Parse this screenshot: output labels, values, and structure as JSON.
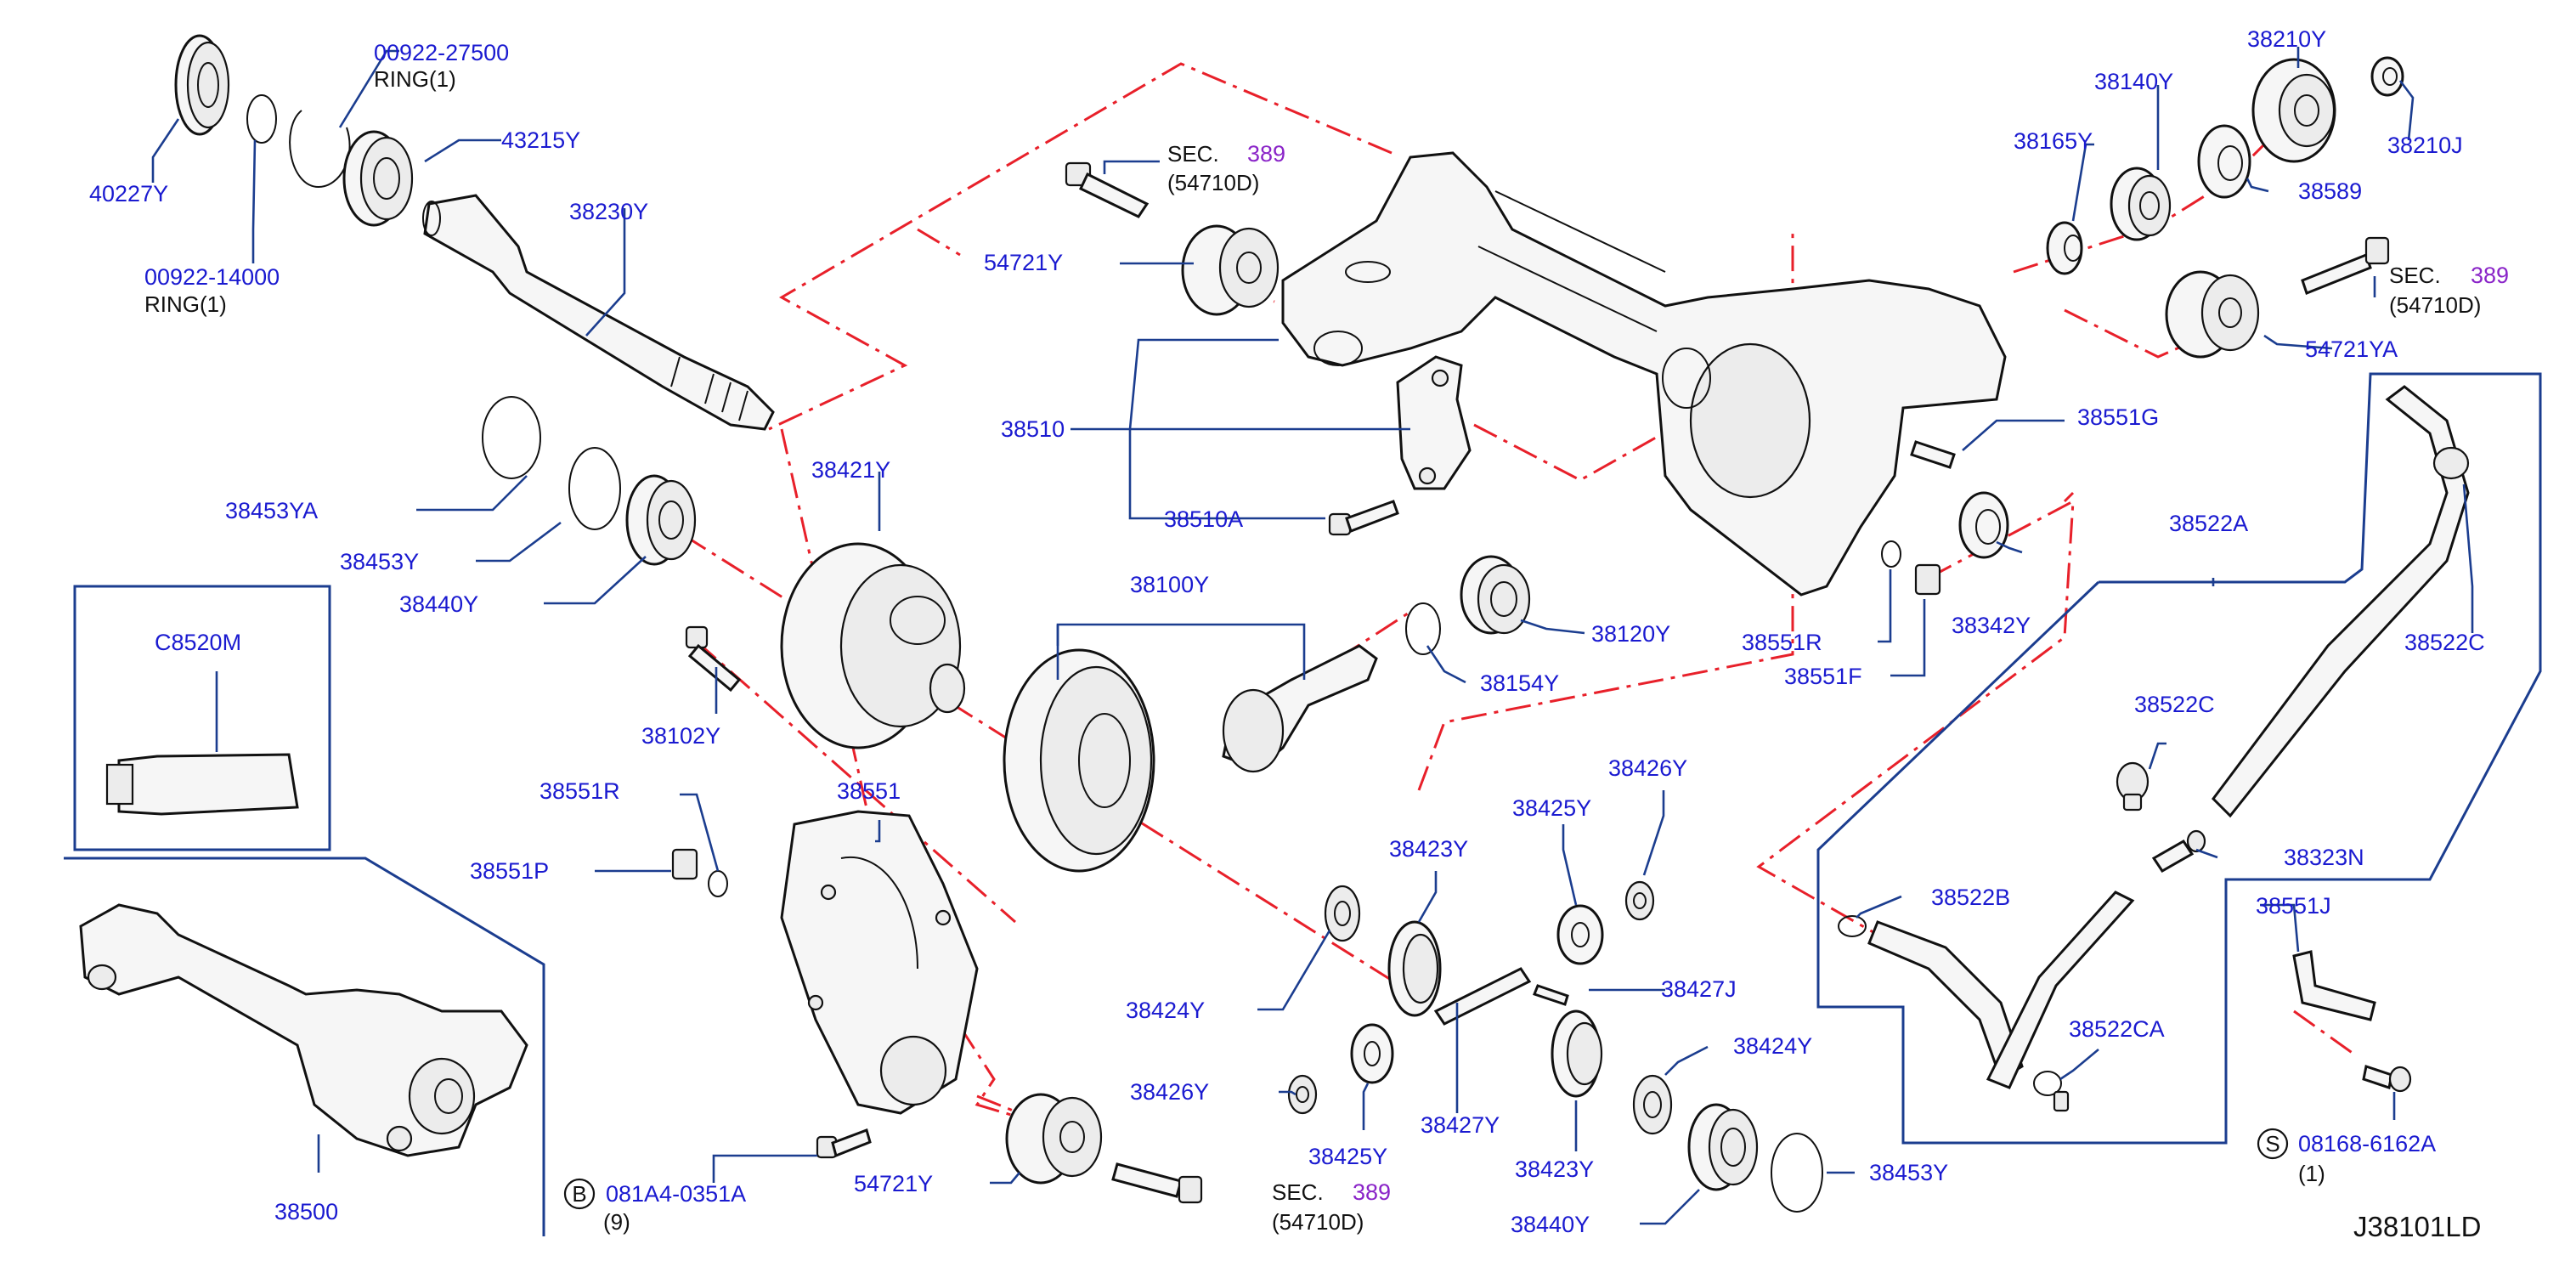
{
  "diagram_code": "J38101LD",
  "labels": {
    "p40227Y": "40227Y",
    "p00922_27500": "00922-27500",
    "ring1_a": "RING(1)",
    "p43215Y": "43215Y",
    "p38230Y": "38230Y",
    "p00922_14000": "00922-14000",
    "ring1_b": "RING(1)",
    "p38453YA": "38453YA",
    "p38453Y_a": "38453Y",
    "p38440Y_a": "38440Y",
    "pC8520M": "C8520M",
    "p38421Y": "38421Y",
    "p38102Y": "38102Y",
    "p38551R_a": "38551R",
    "p38551P": "38551P",
    "p38551": "38551",
    "p38500": "38500",
    "b_part": "081A4-0351A",
    "b_qty": "(9)",
    "p54721Y_a": "54721Y",
    "p54721Y_b": "54721Y",
    "p38510": "38510",
    "p38510A": "38510A",
    "p38100Y": "38100Y",
    "p38154Y": "38154Y",
    "p38120Y": "38120Y",
    "p38424Y_a": "38424Y",
    "p38423Y_a": "38423Y",
    "p38425Y_a": "38425Y",
    "p38426Y_a": "38426Y",
    "p38426Y_b": "38426Y",
    "p38425Y_b": "38425Y",
    "p38427J": "38427J",
    "p38427Y": "38427Y",
    "p38424Y_b": "38424Y",
    "p38423Y_b": "38423Y",
    "p38440Y_b": "38440Y",
    "p38453Y_b": "38453Y",
    "p38551R_b": "38551R",
    "p38551F": "38551F",
    "p38342Y": "38342Y",
    "p38551G": "38551G",
    "p38165Y": "38165Y",
    "p38140Y": "38140Y",
    "p38210Y": "38210Y",
    "p38210J": "38210J",
    "p38589": "38589",
    "p54721YA": "54721YA",
    "p38522A": "38522A",
    "p38522C_a": "38522C",
    "p38522C_b": "38522C",
    "p38323N": "38323N",
    "p38522B": "38522B",
    "p38522CA": "38522CA",
    "p38551J": "38551J",
    "s_part": "08168-6162A",
    "s_qty": "(1)",
    "sec_a_sec": "SEC.",
    "sec_a_num": "389",
    "sec_a_ref": "(54710D)",
    "sec_b_sec": "SEC.",
    "sec_b_num": "389",
    "sec_b_ref": "(54710D)",
    "sec_c_sec": "SEC.",
    "sec_c_num": "389",
    "sec_c_ref": "(54710D)",
    "badge_b": "B",
    "badge_s": "S"
  },
  "colors": {
    "part_number": "#1a1ad0",
    "section_ref": "#8a24c8",
    "leader": "#1b3d8f",
    "assembly_chain": "#e8202a",
    "drawing": "#111111"
  }
}
